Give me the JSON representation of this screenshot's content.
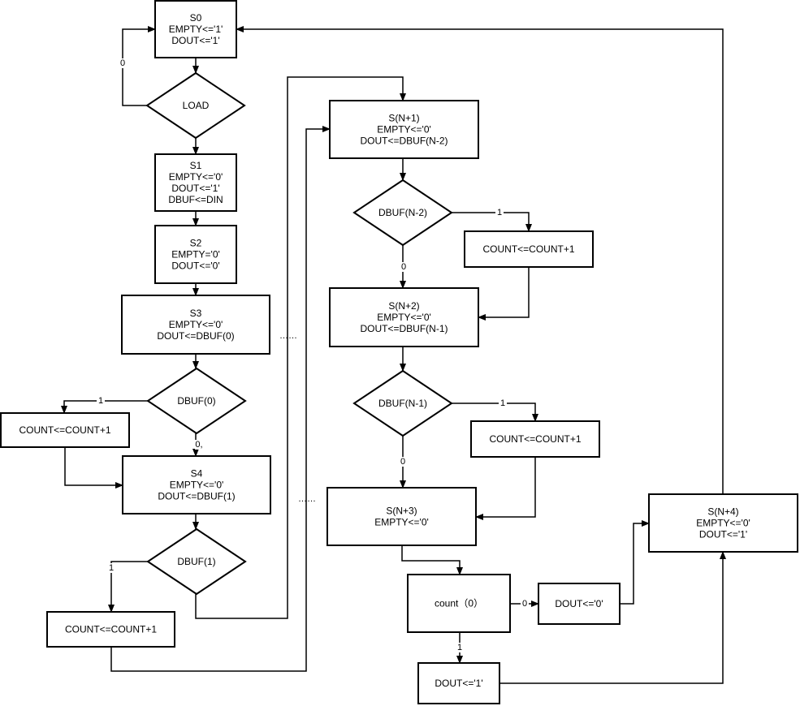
{
  "diagram": {
    "nodes": [
      {
        "id": "s0",
        "shape": "rect",
        "lines": [
          "S0",
          "EMPTY<='1'",
          "DOUT<='1'"
        ]
      },
      {
        "id": "load",
        "shape": "diamond",
        "lines": [
          "LOAD"
        ]
      },
      {
        "id": "s1",
        "shape": "rect",
        "lines": [
          "S1",
          "EMPTY<='0'",
          "DOUT<='1'",
          "DBUF<=DIN"
        ]
      },
      {
        "id": "s2",
        "shape": "rect",
        "lines": [
          "S2",
          "EMPTY='0'",
          "DOUT<='0'"
        ]
      },
      {
        "id": "s3",
        "shape": "rect",
        "lines": [
          "S3",
          "EMPTY<='0'",
          "DOUT<=DBUF(0)"
        ]
      },
      {
        "id": "dbuf0",
        "shape": "diamond",
        "lines": [
          "DBUF(0)"
        ]
      },
      {
        "id": "count0",
        "shape": "rect",
        "lines": [
          "COUNT<=COUNT+1"
        ]
      },
      {
        "id": "s4",
        "shape": "rect",
        "lines": [
          "S4",
          "EMPTY<='0'",
          "DOUT<=DBUF(1)"
        ]
      },
      {
        "id": "dbuf1",
        "shape": "diamond",
        "lines": [
          "DBUF(1)"
        ]
      },
      {
        "id": "count1",
        "shape": "rect",
        "lines": [
          "COUNT<=COUNT+1"
        ]
      },
      {
        "id": "sn1",
        "shape": "rect",
        "lines": [
          "S(N+1)",
          "EMPTY<='0'",
          "DOUT<=DBUF(N-2)"
        ]
      },
      {
        "id": "dbufn2",
        "shape": "diamond",
        "lines": [
          "DBUF(N-2)"
        ]
      },
      {
        "id": "countn2",
        "shape": "rect",
        "lines": [
          "COUNT<=COUNT+1"
        ]
      },
      {
        "id": "sn2",
        "shape": "rect",
        "lines": [
          "S(N+2)",
          "EMPTY<='0'",
          "DOUT<=DBUF(N-1)"
        ]
      },
      {
        "id": "dbufn1",
        "shape": "diamond",
        "lines": [
          "DBUF(N-1)"
        ]
      },
      {
        "id": "countn1",
        "shape": "rect",
        "lines": [
          "COUNT<=COUNT+1"
        ]
      },
      {
        "id": "sn3",
        "shape": "rect",
        "lines": [
          "S(N+3)",
          "EMPTY<='0'"
        ]
      },
      {
        "id": "countchk",
        "shape": "rect",
        "lines": [
          "count（0）"
        ]
      },
      {
        "id": "dout0",
        "shape": "rect",
        "lines": [
          "DOUT<='0'"
        ]
      },
      {
        "id": "dout1",
        "shape": "rect",
        "lines": [
          "DOUT<='1'"
        ]
      },
      {
        "id": "sn4",
        "shape": "rect",
        "lines": [
          "S(N+4)",
          "EMPTY<='0'",
          "DOUT<='1'"
        ]
      }
    ],
    "edges": [
      {
        "from": "s0",
        "to": "load",
        "label": ""
      },
      {
        "from": "load",
        "to": "s0",
        "label": "0"
      },
      {
        "from": "load",
        "to": "s1",
        "label": ""
      },
      {
        "from": "s1",
        "to": "s2",
        "label": ""
      },
      {
        "from": "s2",
        "to": "s3",
        "label": ""
      },
      {
        "from": "s3",
        "to": "dbuf0",
        "label": ""
      },
      {
        "from": "dbuf0",
        "to": "count0",
        "label": "1"
      },
      {
        "from": "dbuf0",
        "to": "s4",
        "label": "0,"
      },
      {
        "from": "count0",
        "to": "s4",
        "label": ""
      },
      {
        "from": "s4",
        "to": "dbuf1",
        "label": ""
      },
      {
        "from": "dbuf1",
        "to": "count1",
        "label": "1"
      },
      {
        "from": "dbuf1",
        "to": "sn1",
        "label": ""
      },
      {
        "from": "count1",
        "to": "sn1",
        "label": ""
      },
      {
        "from": "sn1",
        "to": "dbufn2",
        "label": ""
      },
      {
        "from": "dbufn2",
        "to": "countn2",
        "label": "1"
      },
      {
        "from": "dbufn2",
        "to": "sn2",
        "label": "0"
      },
      {
        "from": "countn2",
        "to": "sn2",
        "label": ""
      },
      {
        "from": "sn2",
        "to": "dbufn1",
        "label": ""
      },
      {
        "from": "dbufn1",
        "to": "countn1",
        "label": "1"
      },
      {
        "from": "dbufn1",
        "to": "sn3",
        "label": "0"
      },
      {
        "from": "countn1",
        "to": "sn3",
        "label": ""
      },
      {
        "from": "sn3",
        "to": "countchk",
        "label": ""
      },
      {
        "from": "countchk",
        "to": "dout0",
        "label": "0"
      },
      {
        "from": "countchk",
        "to": "dout1",
        "label": "1"
      },
      {
        "from": "dout0",
        "to": "sn4",
        "label": ""
      },
      {
        "from": "dout1",
        "to": "sn4",
        "label": ""
      },
      {
        "from": "sn4",
        "to": "s0",
        "label": ""
      }
    ],
    "ellipses": [
      "……",
      "……"
    ]
  }
}
